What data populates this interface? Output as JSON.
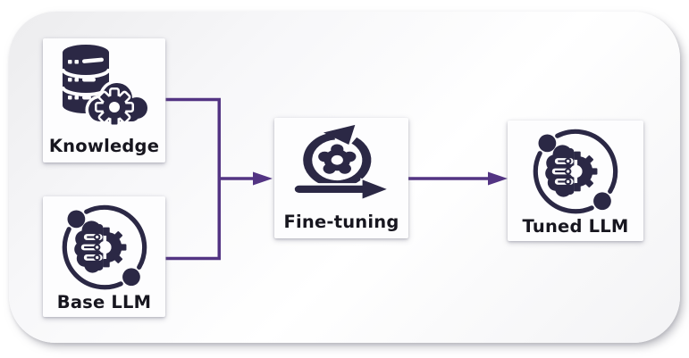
{
  "diagram": {
    "nodes": [
      {
        "id": "knowledge",
        "label": "Knowledge",
        "icon": "database-gear-icon"
      },
      {
        "id": "base-llm",
        "label": "Base LLM",
        "icon": "brain-gear-icon"
      },
      {
        "id": "fine-tuning",
        "label": "Fine-tuning",
        "icon": "iteration-gear-icon"
      },
      {
        "id": "tuned-llm",
        "label": "Tuned LLM",
        "icon": "brain-gear-icon"
      }
    ],
    "edges": [
      {
        "from": "knowledge",
        "to": "fine-tuning"
      },
      {
        "from": "base-llm",
        "to": "fine-tuning"
      },
      {
        "from": "fine-tuning",
        "to": "tuned-llm"
      }
    ]
  },
  "colors": {
    "icon": "#2b2845",
    "arrow": "#533483",
    "label_text": "#17161f",
    "card_background": "#fdfdfe",
    "canvas_background_light": "#ffffff",
    "canvas_background_dark": "#ececee"
  }
}
